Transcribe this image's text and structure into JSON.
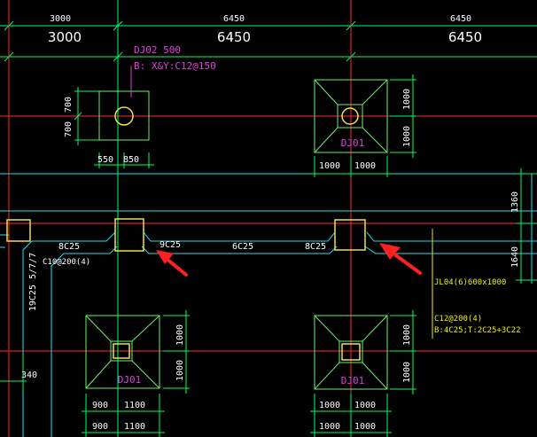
{
  "colors": {
    "background": "#000000",
    "dimension": "#00ff66",
    "dimension_text": "#ffffff",
    "axis_red": "#ff2a2a",
    "beam_cyan": "#20e0f0",
    "footing_green": "#6cf06c",
    "column_yellow": "#f0e040",
    "tag_magenta": "#e040e0",
    "annotation_yellow": "#f0f000",
    "arrow_red": "#ff2020"
  },
  "top_dimensions": {
    "small_labels": [
      "3000",
      "6450",
      "6450"
    ],
    "large_labels": [
      "3000",
      "6450",
      "6450"
    ]
  },
  "dj02": {
    "tag": "DJ02 500",
    "rebar": "B: X&Y:C12@150",
    "dim_v1": "700",
    "dim_v2": "700",
    "dim_h1": "550",
    "dim_h2": "850"
  },
  "dj01_top": {
    "tag": "DJ01",
    "dim_v1": "1000",
    "dim_v2": "1000",
    "dim_h1": "1000",
    "dim_h2": "1000"
  },
  "right_dims": {
    "upper": "1360",
    "lower": "1640"
  },
  "beam": {
    "rebar_left": "8C25",
    "stirrup_left": "C10@200(4)",
    "rebar_mid1": "9C25",
    "rebar_mid2": "6C25",
    "rebar_mid3": "8C25",
    "side_rebar": "19C25 5/7/7",
    "dim_left": "340"
  },
  "jl04": {
    "line1": "JL04(6)600x1000",
    "line2": "C12@200(4)",
    "line3": "B:4C25;T:2C25+3C22"
  },
  "dj01_bl": {
    "tag": "DJ01",
    "dim_v1": "1000",
    "dim_v2": "1000",
    "dim_h1": "900",
    "dim_h2": "1100",
    "dim_h3": "900",
    "dim_h4": "1100"
  },
  "dj01_br": {
    "tag": "DJ01",
    "dim_v1": "1000",
    "dim_v2": "1000",
    "dim_h1": "1000",
    "dim_h2": "1000",
    "dim_h3": "1000",
    "dim_h4": "1000"
  }
}
